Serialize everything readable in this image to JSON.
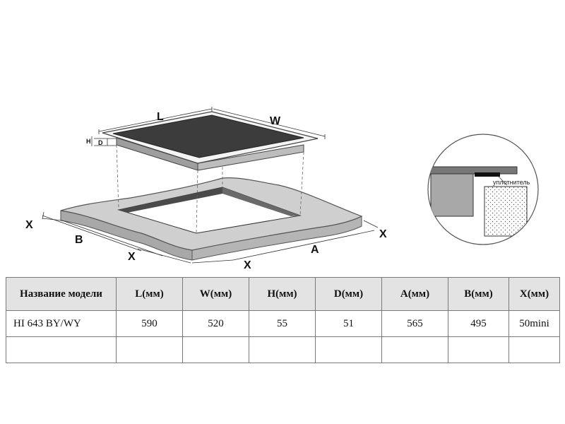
{
  "diagram": {
    "labels": {
      "L": "L",
      "W": "W",
      "H": "H",
      "D": "D",
      "B": "B",
      "A": "A",
      "X": "X"
    },
    "seal_label": "уплотнитель"
  },
  "table": {
    "headers": [
      "Название модели",
      "L(мм)",
      "W(мм)",
      "H(мм)",
      "D(мм)",
      "A(мм)",
      "B(мм)",
      "X(мм)"
    ],
    "rows": [
      [
        "HI 643 BY/WY",
        "590",
        "520",
        "55",
        "51",
        "565",
        "495",
        "50mini"
      ]
    ]
  }
}
